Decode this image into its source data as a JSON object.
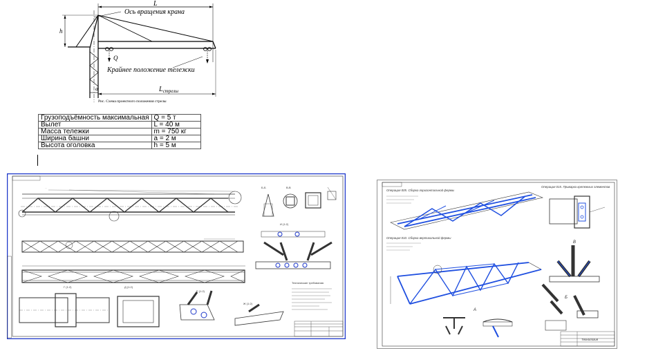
{
  "scheme": {
    "dim_L": "L",
    "dim_h": "h",
    "dim_a": "a",
    "dim_l_boom": "L",
    "dim_l_boom_sub": "стрелы",
    "label_axis": "Ось вращения крана",
    "label_load": "Q",
    "label_extreme": "Крайнее положение тележки",
    "caption": "Рис.   Схема проектного положения стрелы"
  },
  "params": {
    "rows": [
      {
        "name": "Грузоподъёмность максимальная",
        "value": "Q = 5 т"
      },
      {
        "name": "Вылет",
        "value": "L = 40 м"
      },
      {
        "name": "Масса тележки",
        "value": "m = 750 кг"
      },
      {
        "name": "Ширина башни",
        "value": "a = 2 м"
      },
      {
        "name": "Высота оголовка",
        "value": "h = 5 м"
      }
    ]
  },
  "drawing1": {
    "view_labels": [
      "Б-Б",
      "В-В",
      "Г (1:2)",
      "Д (1:2)",
      "Е (1:2)",
      "Ж (1:2)",
      "И (1:2)"
    ],
    "tech_title": "Технические требования",
    "colors": {
      "frame": "#1a35c9",
      "line": "#333333"
    }
  },
  "drawing2": {
    "op1": "Операция 005. Сборка горизонтальной фермы",
    "op2": "Операция 010. Сборка вертикальной фермы",
    "op3": "Операция 015. Приварка крепежных элементов",
    "title_block": "Технология",
    "view_labels": [
      "А",
      "Б",
      "В"
    ],
    "colors": {
      "frame": "#1a35c9",
      "weld": "#1f4fe0"
    }
  }
}
